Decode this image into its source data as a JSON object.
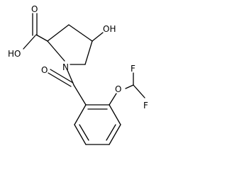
{
  "labels": {
    "hydroxyl_acid": "HO",
    "carbonyl_o_acid": "O",
    "hydroxyl_ring": "OH",
    "ring_nitrogen": "N",
    "amide_oxygen": "O",
    "ether_oxygen": "O",
    "fluorine_top": "F",
    "fluorine_bottom": "F"
  }
}
